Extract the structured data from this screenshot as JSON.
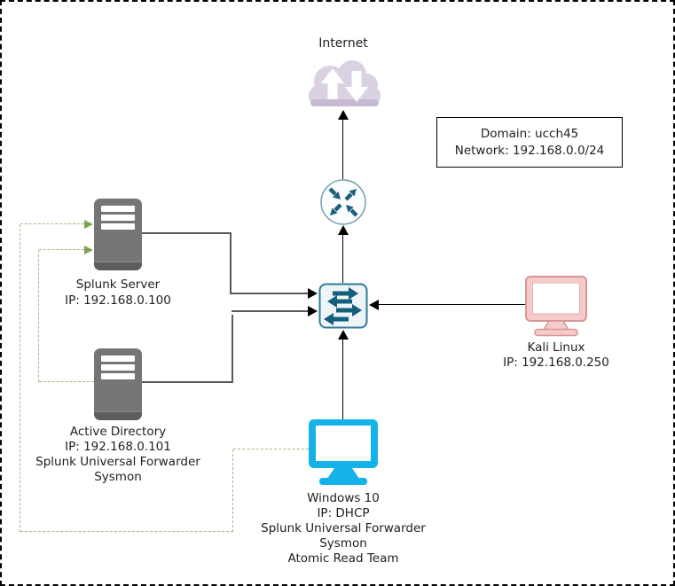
{
  "diagram": {
    "internet": {
      "label": "Internet"
    },
    "info_box": {
      "domain": "Domain: ucch45",
      "network": "Network: 192.168.0.0/24"
    },
    "splunk_server": {
      "name": "Splunk Server",
      "ip": "IP: 192.168.0.100"
    },
    "active_directory": {
      "name": "Active Directory",
      "ip": "IP: 192.168.0.101",
      "software1": "Splunk Universal Forwarder",
      "software2": "Sysmon"
    },
    "kali": {
      "name": "Kali Linux",
      "ip": "IP: 192.168.0.250"
    },
    "windows10": {
      "name": "Windows 10",
      "ip": "IP: DHCP",
      "software1": "Splunk Universal Forwarder",
      "software2": "Sysmon",
      "software3": "Atomic Read Team"
    },
    "icons": {
      "internet": "internet-cloud-icon",
      "router": "router-icon",
      "switch": "switch-icon",
      "servers": "server-icon",
      "workstations": "monitor-icon"
    },
    "colors": {
      "cloud_fill": "#DAD1E2",
      "cloud_shadow": "#C7BBD3",
      "device_teal": "#1B607E",
      "switch_border": "#2F7A96",
      "server_gray": "#757575",
      "kali_pink_fill": "#F7CACA",
      "kali_pink_stroke": "#D49797",
      "windows_cyan": "#14B2E8",
      "dashed_green": "#A4B985",
      "green_arrow": "#7FA353",
      "solid_line_gray": "#595959",
      "solid_line_black": "#000000"
    }
  }
}
